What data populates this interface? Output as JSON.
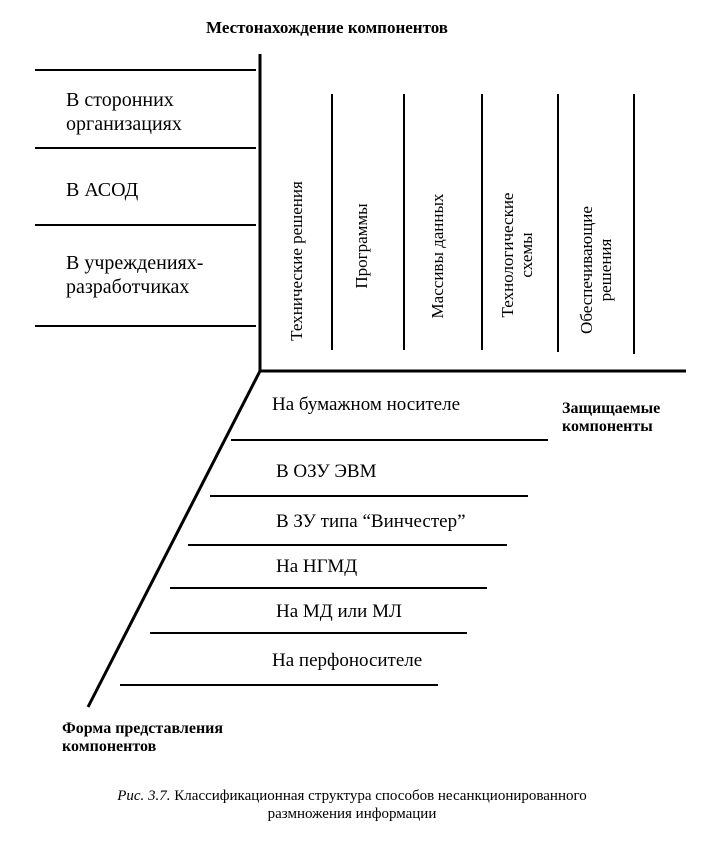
{
  "title": "Местонахождение компонентов",
  "location": {
    "items": [
      {
        "line1": "В сторонних",
        "line2": "организациях"
      },
      {
        "line1": "В АСОД",
        "line2": ""
      },
      {
        "line1": "В учреждениях-",
        "line2": "разработчиках"
      }
    ]
  },
  "components": {
    "label_line1": "Защищаемые",
    "label_line2": "компоненты",
    "items": [
      {
        "line1": "Технические решения",
        "line2": ""
      },
      {
        "line1": "Программы",
        "line2": ""
      },
      {
        "line1": "Массивы данных",
        "line2": ""
      },
      {
        "line1": "Технологические",
        "line2": "схемы"
      },
      {
        "line1": "Обеспечивающие",
        "line2": "решения"
      }
    ]
  },
  "form": {
    "label_line1": "Форма представления",
    "label_line2": "компонентов",
    "items": [
      "На бумажном  носителе",
      "В ОЗУ ЭВМ",
      "В  ЗУ типа “Винчестер”",
      "На НГМД",
      "На МД или МЛ",
      "На перфоносителе"
    ]
  },
  "caption": {
    "ref": "Рис. 3.7.",
    "line1": " Классификационная структура способов несанкционированного",
    "line2": "размножения информации"
  }
}
